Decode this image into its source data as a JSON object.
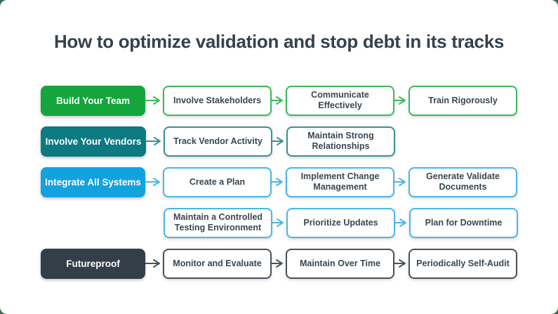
{
  "background": {
    "page_color": "#3A6B50",
    "card_color": "#FFFFFF"
  },
  "title": {
    "text": "How to optimize validation and stop debt in its tracks",
    "color": "#33424D"
  },
  "flow": {
    "header_text_color": "#FFFFFF",
    "step_text_color": "#3A4750",
    "rows": [
      {
        "id": "build-your-team",
        "header": "Build Your Team",
        "accent": "#14A53C",
        "line": "#3BB95C",
        "steps": [
          "Involve Stakeholders",
          "Communicate Effectively",
          "Train Rigorously"
        ]
      },
      {
        "id": "involve-your-vendors",
        "header": "Involve Your Vendors",
        "accent": "#0D7A81",
        "line": "#3C8F96",
        "steps": [
          "Track Vendor Activity",
          "Maintain Strong Relationships"
        ]
      },
      {
        "id": "integrate-all-systems",
        "header": "Integrate All Systems",
        "accent": "#12A2DF",
        "line": "#4AB6E8",
        "steps": [
          "Create a Plan",
          "Implement Change Management",
          "Generate Validate Documents"
        ]
      },
      {
        "id": "integrate-all-systems-continued",
        "header": null,
        "accent": "#12A2DF",
        "line": "#4AB6E8",
        "steps": [
          "Maintain a Controlled Testing Environment",
          "Prioritize Updates",
          "Plan for Downtime"
        ]
      },
      {
        "id": "futureproof",
        "header": "Futureproof",
        "accent": "#333E48",
        "line": "#49535D",
        "steps": [
          "Monitor and Evaluate",
          "Maintain Over Time",
          "Periodically Self-Audit"
        ]
      }
    ]
  }
}
